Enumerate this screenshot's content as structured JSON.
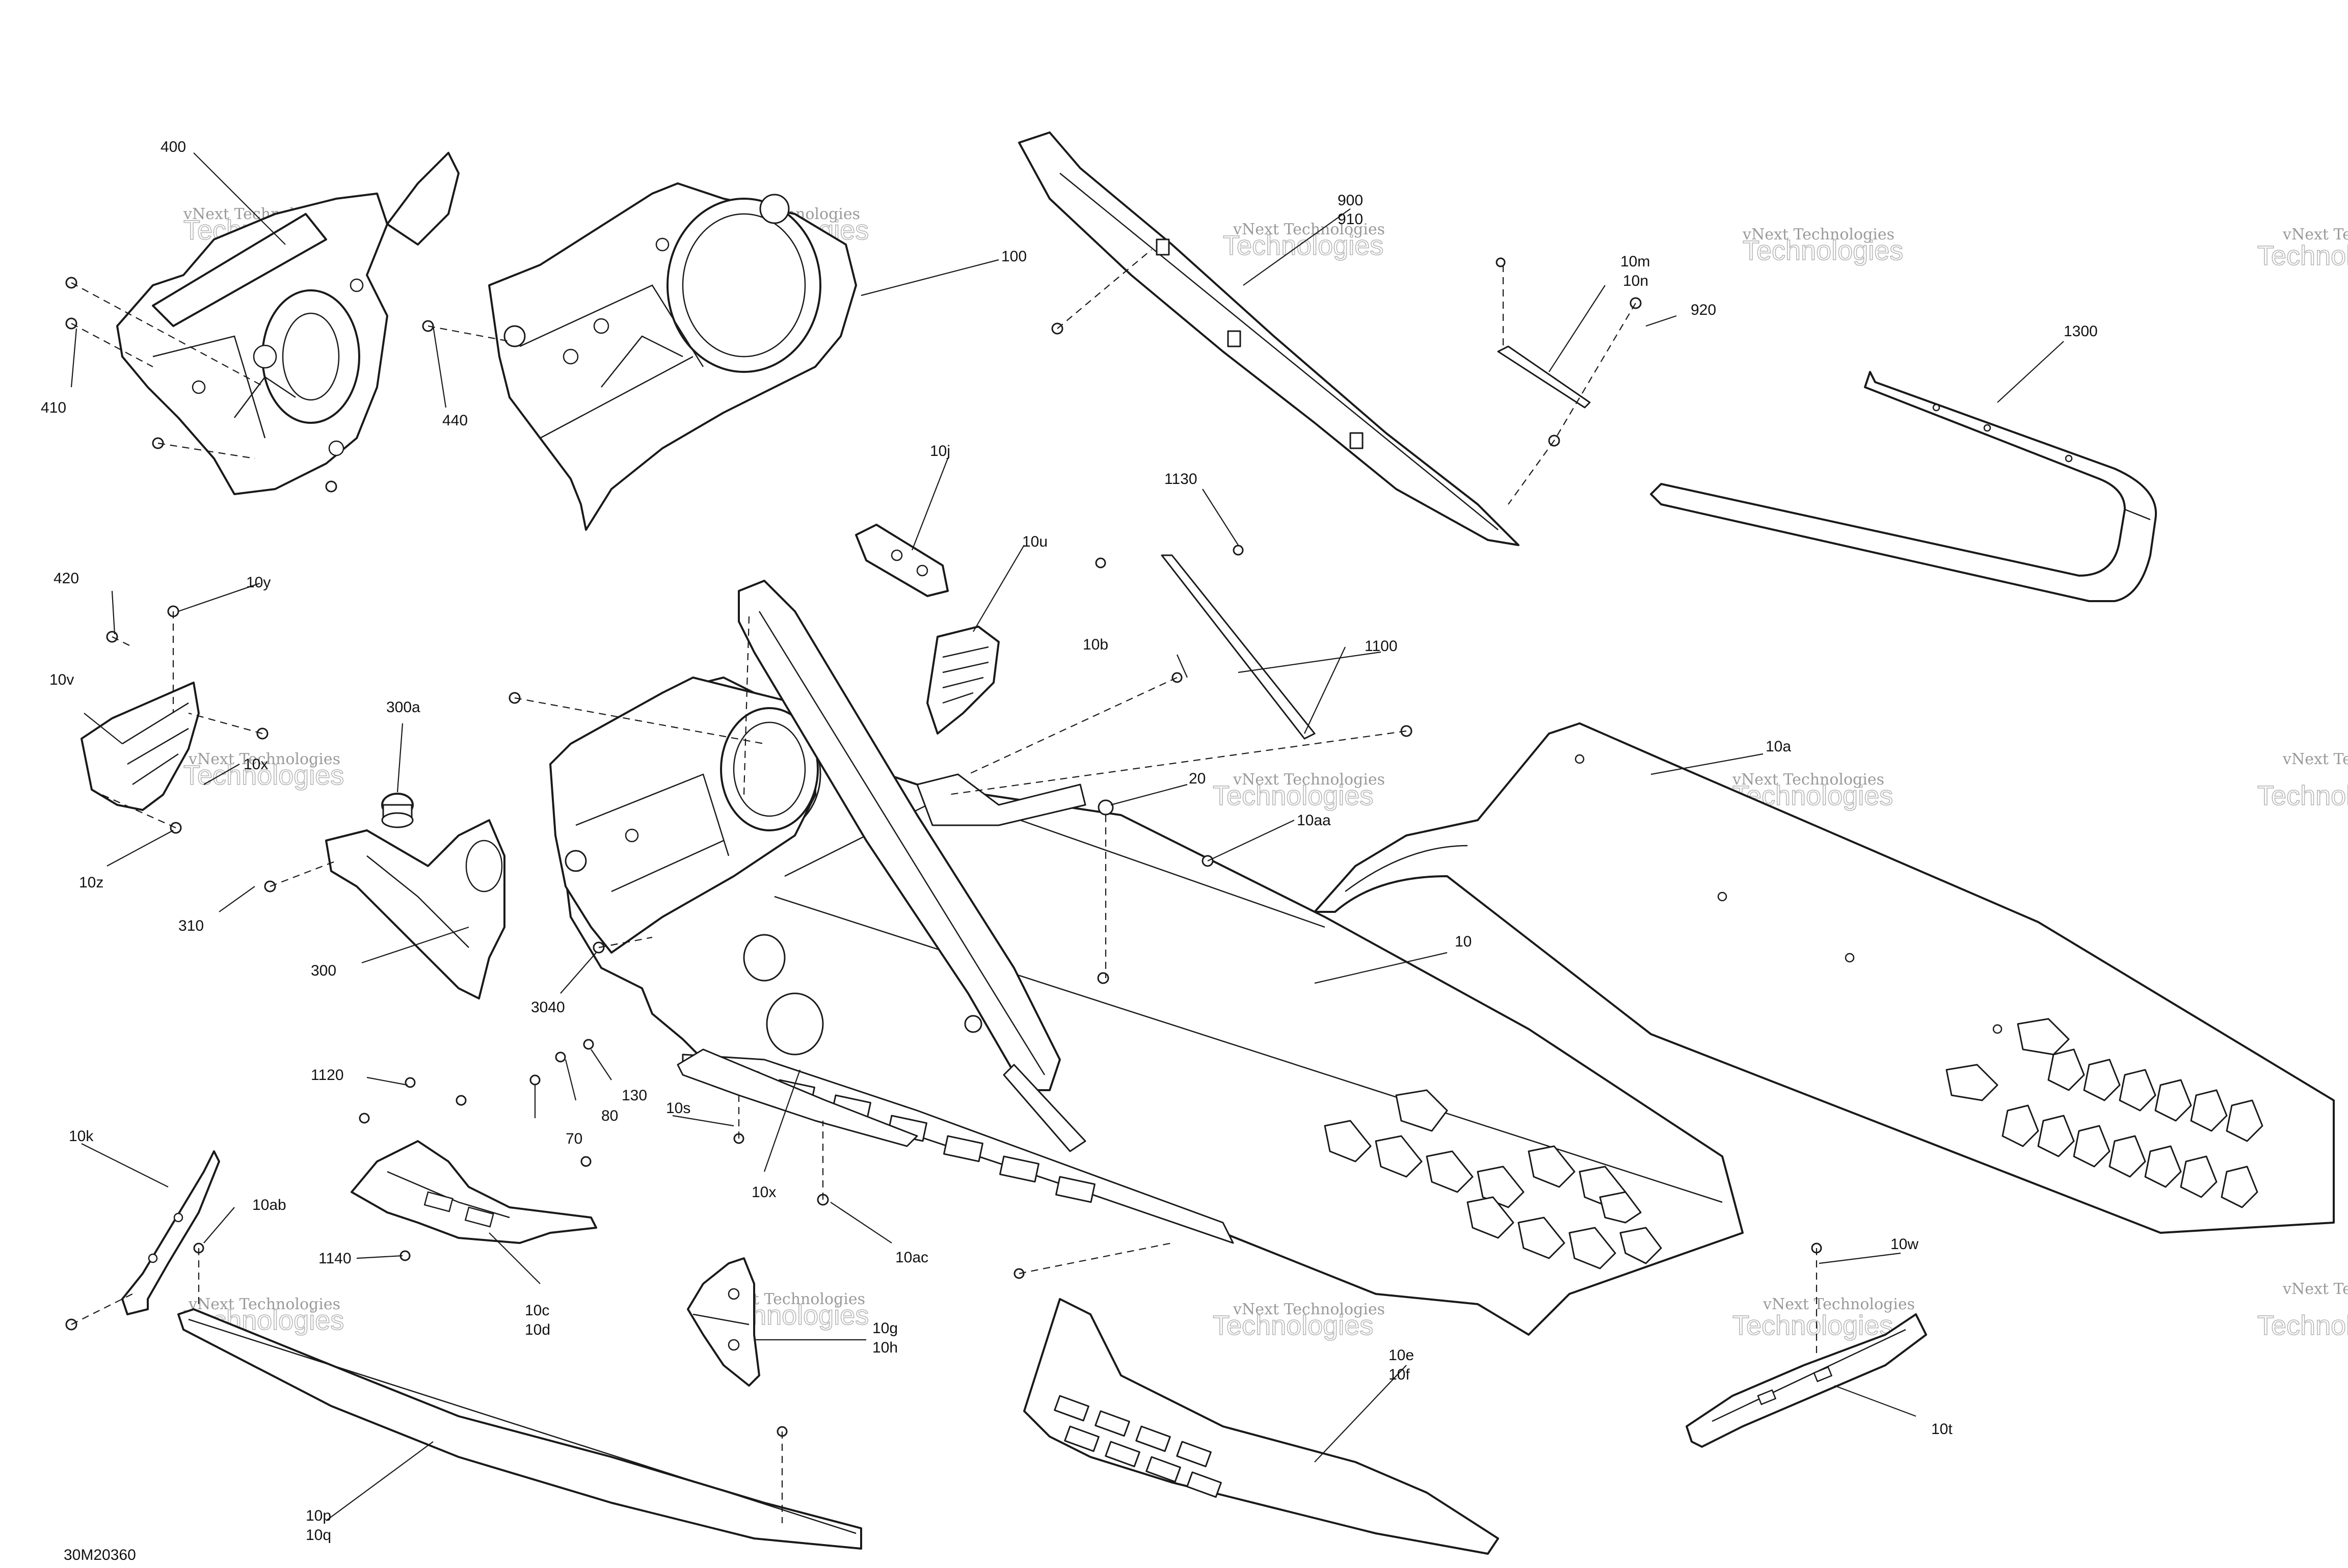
{
  "diagram": {
    "code": "30M20360",
    "watermark": {
      "line1": "vNext Technologies",
      "line2": "Technologies"
    },
    "callouts": [
      {
        "id": "400",
        "text": "400"
      },
      {
        "id": "410",
        "text": "410"
      },
      {
        "id": "440",
        "text": "440"
      },
      {
        "id": "100",
        "text": "100"
      },
      {
        "id": "900",
        "text": "900"
      },
      {
        "id": "910",
        "text": "910"
      },
      {
        "id": "10m",
        "text": "10m"
      },
      {
        "id": "10n",
        "text": "10n"
      },
      {
        "id": "920",
        "text": "920"
      },
      {
        "id": "1300",
        "text": "1300"
      },
      {
        "id": "10j",
        "text": "10j"
      },
      {
        "id": "1130",
        "text": "1130"
      },
      {
        "id": "10u",
        "text": "10u"
      },
      {
        "id": "420",
        "text": "420"
      },
      {
        "id": "10y",
        "text": "10y"
      },
      {
        "id": "10v",
        "text": "10v"
      },
      {
        "id": "10x_top",
        "text": "10x"
      },
      {
        "id": "10z",
        "text": "10z"
      },
      {
        "id": "300a",
        "text": "300a"
      },
      {
        "id": "310",
        "text": "310"
      },
      {
        "id": "300",
        "text": "300"
      },
      {
        "id": "10b",
        "text": "10b"
      },
      {
        "id": "1100",
        "text": "1100"
      },
      {
        "id": "20",
        "text": "20"
      },
      {
        "id": "10aa",
        "text": "10aa"
      },
      {
        "id": "10a",
        "text": "10a"
      },
      {
        "id": "10",
        "text": "10"
      },
      {
        "id": "3040",
        "text": "3040"
      },
      {
        "id": "1120",
        "text": "1120"
      },
      {
        "id": "130",
        "text": "130"
      },
      {
        "id": "80",
        "text": "80"
      },
      {
        "id": "70",
        "text": "70"
      },
      {
        "id": "10s",
        "text": "10s"
      },
      {
        "id": "10x_bottom",
        "text": "10x"
      },
      {
        "id": "10k",
        "text": "10k"
      },
      {
        "id": "10ab",
        "text": "10ab"
      },
      {
        "id": "1140",
        "text": "1140"
      },
      {
        "id": "10c",
        "text": "10c"
      },
      {
        "id": "10d",
        "text": "10d"
      },
      {
        "id": "10ac",
        "text": "10ac"
      },
      {
        "id": "10g",
        "text": "10g"
      },
      {
        "id": "10h",
        "text": "10h"
      },
      {
        "id": "10e",
        "text": "10e"
      },
      {
        "id": "10f",
        "text": "10f"
      },
      {
        "id": "10w",
        "text": "10w"
      },
      {
        "id": "10t",
        "text": "10t"
      },
      {
        "id": "10p",
        "text": "10p"
      },
      {
        "id": "10q",
        "text": "10q"
      }
    ]
  }
}
